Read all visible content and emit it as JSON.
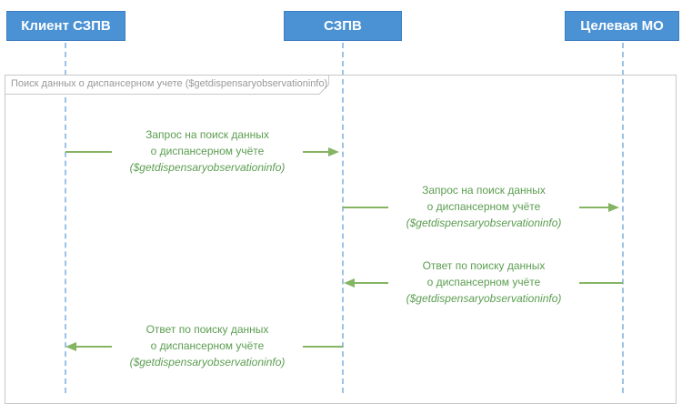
{
  "diagram": {
    "actors": [
      {
        "label": "Клиент СЗПВ"
      },
      {
        "label": "СЗПВ"
      },
      {
        "label": "Целевая МО"
      }
    ],
    "frame": {
      "label": "Поиск данных о диспансерном учете ($getdispensaryobservationinfo)"
    },
    "messages": [
      {
        "from": "Клиент СЗПВ",
        "to": "СЗПВ",
        "direction": "right",
        "line1": "Запрос на поиск данных",
        "line2": "о диспансерном учёте",
        "line3": "($getdispensaryobservationinfo)"
      },
      {
        "from": "СЗПВ",
        "to": "Целевая МО",
        "direction": "right",
        "line1": "Запрос на поиск данных",
        "line2": "о диспансерном учёте",
        "line3": "($getdispensaryobservationinfo)"
      },
      {
        "from": "Целевая МО",
        "to": "СЗПВ",
        "direction": "left",
        "line1": "Ответ по поиску данных",
        "line2": "о диспансерном учёте",
        "line3": "($getdispensaryobservationinfo)"
      },
      {
        "from": "СЗПВ",
        "to": "Клиент СЗПВ",
        "direction": "left",
        "line1": "Ответ по поиску данных",
        "line2": "о диспансерном учёте",
        "line3": "($getdispensaryobservationinfo)"
      }
    ],
    "colors": {
      "actor_fill": "#4B92D4",
      "actor_border": "#3D7EC1",
      "lifeline": "#9CC3E5",
      "frame_border": "#C8C8C8",
      "frame_label_text": "#999999",
      "arrow": "#85B563",
      "message_text": "#5B9D50"
    }
  }
}
